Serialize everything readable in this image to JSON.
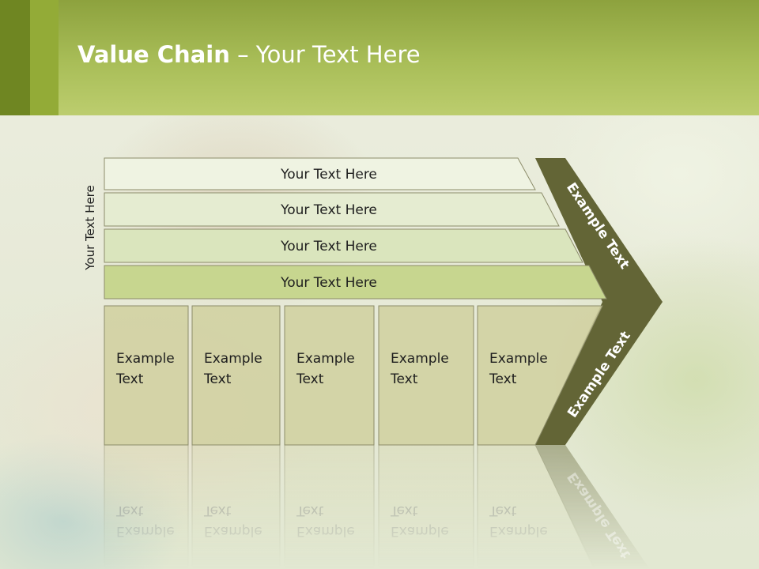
{
  "slide": {
    "title_bold": "Value Chain",
    "title_rest": " – Your Text Here",
    "vertical_label": "Your Text Here"
  },
  "bars": [
    {
      "label": "Your Text Here",
      "fill": "#eff3e2"
    },
    {
      "label": "Your Text Here",
      "fill": "#e5ecd1"
    },
    {
      "label": "Your Text Here",
      "fill": "#dae5bd"
    },
    {
      "label": "Your Text Here",
      "fill": "#c7d68f"
    }
  ],
  "columns": [
    {
      "line1": "Example",
      "line2": "Text"
    },
    {
      "line1": "Example",
      "line2": "Text"
    },
    {
      "line1": "Example",
      "line2": "Text"
    },
    {
      "line1": "Example",
      "line2": "Text"
    },
    {
      "line1": "Example",
      "line2": "Text"
    }
  ],
  "chevron": {
    "upper_text": "Example Text",
    "lower_text": "Example Text",
    "color": "#636536"
  },
  "colors": {
    "header": "#a9be58",
    "column_fill": "#d0d0a0",
    "bar_border": "#8c8c6a"
  }
}
